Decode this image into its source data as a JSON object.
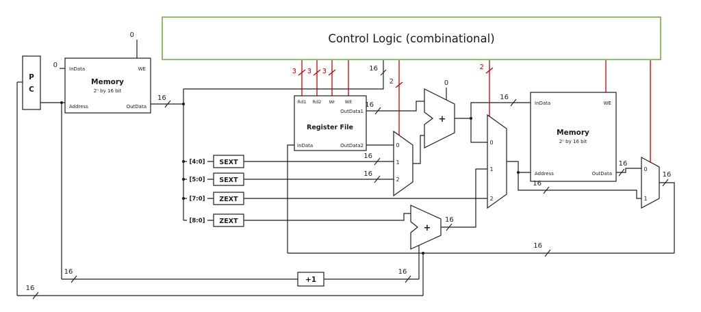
{
  "diagram": {
    "colors": {
      "control_border": "#70ad47",
      "control_signal": "#c00000",
      "wire": "#1a1a1a"
    },
    "control_logic": {
      "title": "Control Logic (combinational)"
    },
    "pc": {
      "top": "P",
      "bottom": "C"
    },
    "memory1": {
      "name": "Memory",
      "size": "2ⁿ by 16 bit",
      "indata": "InData",
      "we": "WE",
      "address": "Address",
      "outdata": "OutData",
      "we_const": "0",
      "indata_const": "0"
    },
    "register_file": {
      "name": "Register File",
      "rd1": "Rd1",
      "rd2": "Rd2",
      "wr": "Wr",
      "we": "WE",
      "outdata1": "OutData1",
      "indata": "InData",
      "outdata2": "OutData2"
    },
    "extenders": [
      {
        "range": "[4:0]",
        "label": "SEXT"
      },
      {
        "range": "[5:0]",
        "label": "SEXT"
      },
      {
        "range": "[7:0]",
        "label": "ZEXT"
      },
      {
        "range": "[8:0]",
        "label": "ZEXT"
      }
    ],
    "mux_a": {
      "in0": "0",
      "in1": "1",
      "in2": "2"
    },
    "mux_b": {
      "in0": "0",
      "in1": "1",
      "in2": "2"
    },
    "mux_c": {
      "in0": "0",
      "in1": "1"
    },
    "alu": {
      "op": "+",
      "zero_const": "0"
    },
    "branch_adder": {
      "op": "+"
    },
    "memory2": {
      "name": "Memory",
      "size": "2ⁿ by 16 bit",
      "indata": "InData",
      "we": "WE",
      "address": "Address",
      "outdata": "OutData"
    },
    "incrementer": {
      "label": "+1"
    },
    "bus": {
      "w16": "16",
      "w3": "3",
      "w2": "2"
    }
  }
}
